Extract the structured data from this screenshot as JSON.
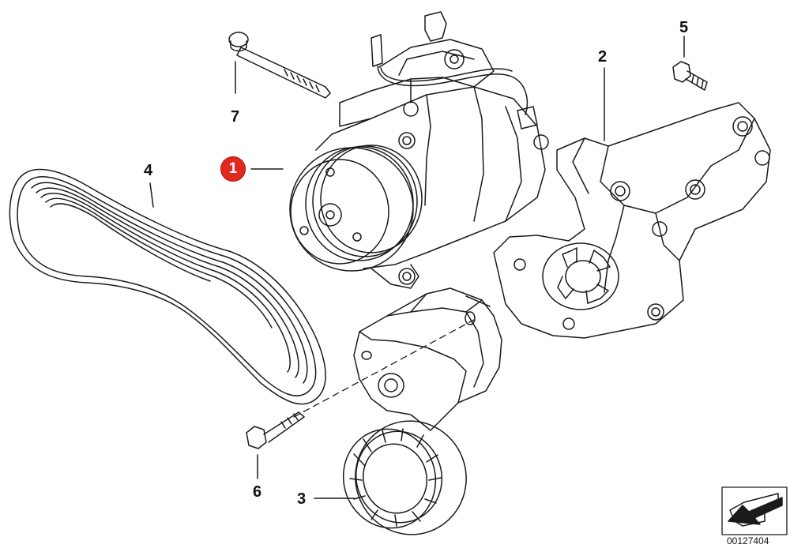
{
  "callouts": {
    "c1": "1",
    "c2": "2",
    "c3": "3",
    "c4": "4",
    "c5": "5",
    "c6": "6",
    "c7": "7"
  },
  "diagram_id": "00127404",
  "colors": {
    "line": "#1a1a1a",
    "highlight_badge": "#e0281e"
  },
  "icons": {
    "nav": "arrow-down-left-icon"
  }
}
